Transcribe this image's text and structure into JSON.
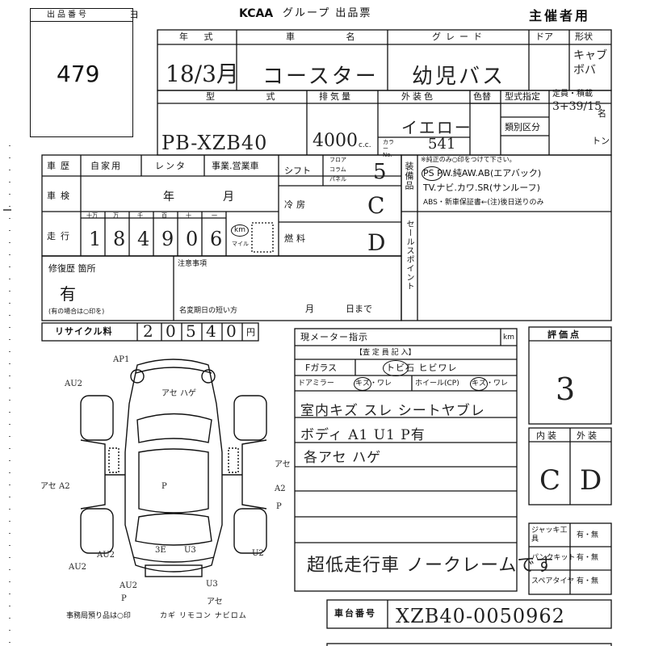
{
  "header": {
    "lot_label": "出品番号",
    "lot_number": "479",
    "brand": "KCAA",
    "group_title": "グループ 出品票",
    "organizer": "主催者用"
  },
  "row1": {
    "year_label": "年 式",
    "name_label": "車 名",
    "grade_label": "グレード",
    "door_label": "ドア",
    "shape_label": "形状",
    "year_value": "18/3月",
    "name_value": "コースター",
    "grade_value": "幼児バス",
    "shape_value": "キャブ ボバ"
  },
  "row2": {
    "model_label": "型 式",
    "displacement_label": "排気量",
    "color_label": "外装色",
    "color_no_label": "色替",
    "model_spec_label": "型式指定",
    "capacity_label": "定員・積載",
    "category_label": "類別区分",
    "color_code_label": "カラー No.",
    "model_value": "PB-XZB40",
    "displacement_value": "4000",
    "cc_unit": "c.c.",
    "color_value": "イエロー",
    "color_code_value": "541",
    "capacity_value": "3+39/15",
    "capacity_unit": "名",
    "ton_unit": "トン"
  },
  "history": {
    "label": "車歴",
    "options": [
      "自家用",
      "レンタ",
      "事業.営業車"
    ],
    "inspection_label": "車検",
    "year_unit": "年",
    "month_unit": "月",
    "mileage_label": "走行",
    "digit_heads": [
      "十万",
      "万",
      "千",
      "百",
      "十",
      "一"
    ],
    "mileage_digits": [
      "1",
      "8",
      "4",
      "9",
      "0",
      "6"
    ],
    "km_label": "km",
    "mile_label": "マイル"
  },
  "shift": {
    "label": "シフト",
    "options": [
      "フロア",
      "コラム",
      "パネル"
    ],
    "value": "5",
    "ac_label": "冷房",
    "ac_value": "C",
    "fuel_label": "燃料",
    "fuel_value": "D"
  },
  "equipment": {
    "label": "装備品",
    "note": "※純正のみ○印をつけて下さい。",
    "line1": "PS  PW.純AW.AB(エアバック)",
    "line2": "TV.ナビ.カワ.SR(サンルーフ)",
    "line3": "ABS・新車保証書←(注)後日送りのみ",
    "sales_point_label": "セールスポイント"
  },
  "repair": {
    "label": "修復歴 箇所",
    "value": "有",
    "hint": "(有の場合は○印を)",
    "notes_label": "注意事項",
    "deadline_label": "名変期日の短い方",
    "month_unit": "月",
    "day_unit": "日まで"
  },
  "recycle": {
    "label": "リサイクル料",
    "digits": [
      "2",
      "0",
      "5",
      "4",
      "0"
    ],
    "unit": "円"
  },
  "inspection": {
    "meter_label": "現メーター指示",
    "meter_unit": "km",
    "header": "【査 定 員 記 入】",
    "glass_label": "Fガラス",
    "glass_options": "トビ石   ヒビワレ",
    "mirror_label": "ドアミラー",
    "mirror_options": "キズ・ワレ",
    "wheel_label": "ホイール(CP)",
    "wheel_options": "キズ・ワレ",
    "note1": "室内キズ スレ シートヤブレ",
    "note2": "ボディ A1 U1 P有",
    "note3": "各アセ ハゲ",
    "summary": "超低走行車 ノークレームです"
  },
  "score": {
    "label": "評価点",
    "value": "3",
    "interior_label": "内装",
    "exterior_label": "外装",
    "interior_value": "C",
    "exterior_value": "D"
  },
  "tools": {
    "jack_label": "ジャッキ工具",
    "puncture_label": "パンクキット",
    "spare_label": "スペアタイヤ",
    "presence": "有・無"
  },
  "chassis": {
    "label": "車台番号",
    "value": "XZB40-0050962"
  },
  "office": {
    "note": "事務局預り品は○印",
    "items": "カギ リモコン ナビロム"
  },
  "diagram_marks": [
    "AP1",
    "AU2",
    "アセ ハゲ",
    "アセ",
    "A2",
    "P",
    "アセ A2",
    "P",
    "AU2",
    "AU2",
    "3E",
    "U3",
    "U2",
    "AU2",
    "P",
    "U3",
    "アセ"
  ]
}
